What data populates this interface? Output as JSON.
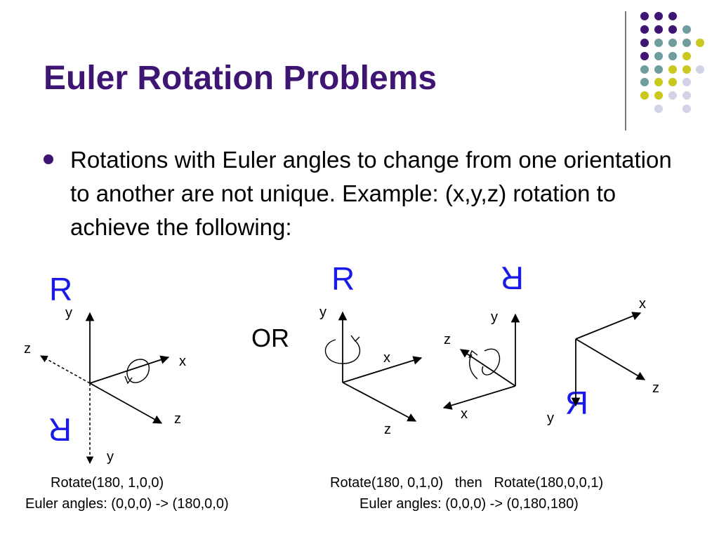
{
  "slide": {
    "title": "Euler Rotation Problems",
    "bullet": "Rotations with Euler angles to change from one orientation to another are not unique. Example: (x,y,z) rotation to achieve the following:",
    "or_label": "OR"
  },
  "diagrams": {
    "letter": "R",
    "axis_x": "x",
    "axis_y": "y",
    "axis_z": "z"
  },
  "captions": {
    "left_rotate": "Rotate(180, 1,0,0)",
    "left_euler": "Euler angles: (0,0,0) -> (180,0,0)",
    "right_rotate": "Rotate(180, 0,1,0)   then   Rotate(180,0,0,1)",
    "right_euler": "Euler angles: (0,0,0) -> (0,180,180)"
  },
  "colors": {
    "title": "#3f1574",
    "letter": "#1a1ae6",
    "dot_purple": "#3f1574",
    "dot_teal": "#6f9c9c",
    "dot_yellow": "#c8c81e",
    "dot_lavender": "#d3d3e6"
  }
}
